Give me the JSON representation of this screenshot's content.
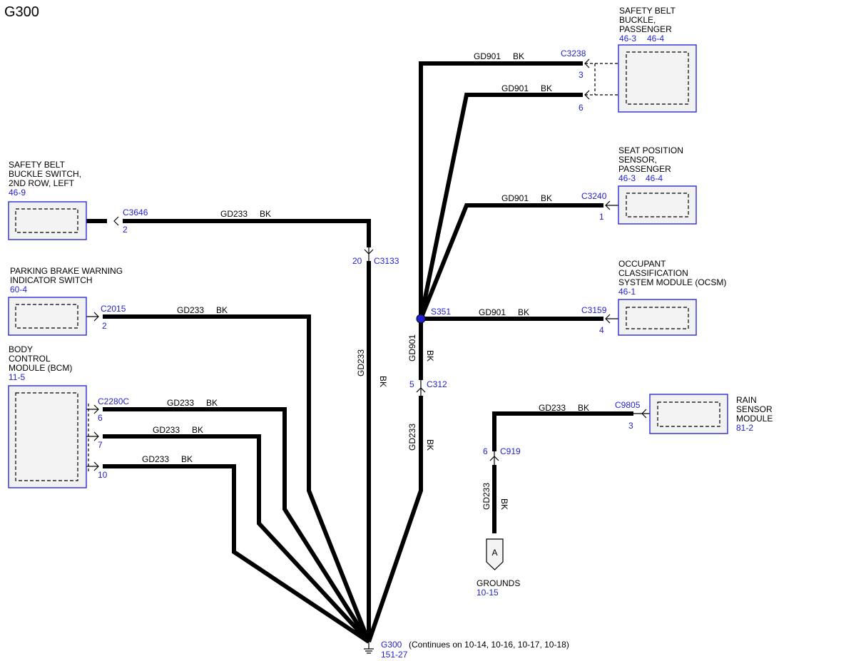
{
  "title": "G300",
  "components": {
    "sbp": {
      "name": [
        "SAFETY BELT",
        "BUCKLE,",
        "PASSENGER"
      ],
      "ref1": "46-3",
      "ref2": "46-4"
    },
    "sps": {
      "name": [
        "SEAT POSITION",
        "SENSOR,",
        "PASSENGER"
      ],
      "ref1": "46-3",
      "ref2": "46-4"
    },
    "ocsm": {
      "name": [
        "OCCUPANT",
        "CLASSIFICATION",
        "SYSTEM MODULE (OCSM)"
      ],
      "ref": "46-1"
    },
    "rain": {
      "name": [
        "RAIN",
        "SENSOR",
        "MODULE"
      ],
      "ref": "81-2"
    },
    "sbs": {
      "name": [
        "SAFETY BELT",
        "BUCKLE SWITCH,",
        "2ND ROW, LEFT"
      ],
      "ref": "46-9"
    },
    "pbw": {
      "name": [
        "PARKING BRAKE WARNING",
        "INDICATOR SWITCH"
      ],
      "ref": "60-4"
    },
    "bcm": {
      "name": [
        "BODY",
        "CONTROL",
        "MODULE (BCM)"
      ],
      "ref": "11-5"
    }
  },
  "connectors": {
    "c3238": {
      "id": "C3238",
      "pins": [
        "3",
        "6"
      ]
    },
    "c3240": {
      "id": "C3240",
      "pin": "1"
    },
    "c3159": {
      "id": "C3159",
      "pin": "4"
    },
    "c9805": {
      "id": "C9805",
      "pin": "3"
    },
    "c3646": {
      "id": "C3646",
      "pin": "2"
    },
    "c2015": {
      "id": "C2015",
      "pin": "2"
    },
    "c2280c": {
      "id": "C2280C",
      "pins": [
        "6",
        "7",
        "10"
      ]
    },
    "c3133": {
      "id": "C3133",
      "pin": "20"
    },
    "c312": {
      "id": "C312",
      "pin": "5"
    },
    "c919": {
      "id": "C919",
      "pin": "6"
    }
  },
  "splice": {
    "id": "S351"
  },
  "circuits": {
    "gd901": "GD901",
    "gd233": "GD233",
    "color": "BK"
  },
  "ground": {
    "id": "G300",
    "ref": "151-27",
    "note": "(Continues on 10-14, 10-16, 10-17, 10-18)"
  },
  "offpage": {
    "letter": "A",
    "label": "GROUNDS",
    "ref": "10-15"
  }
}
